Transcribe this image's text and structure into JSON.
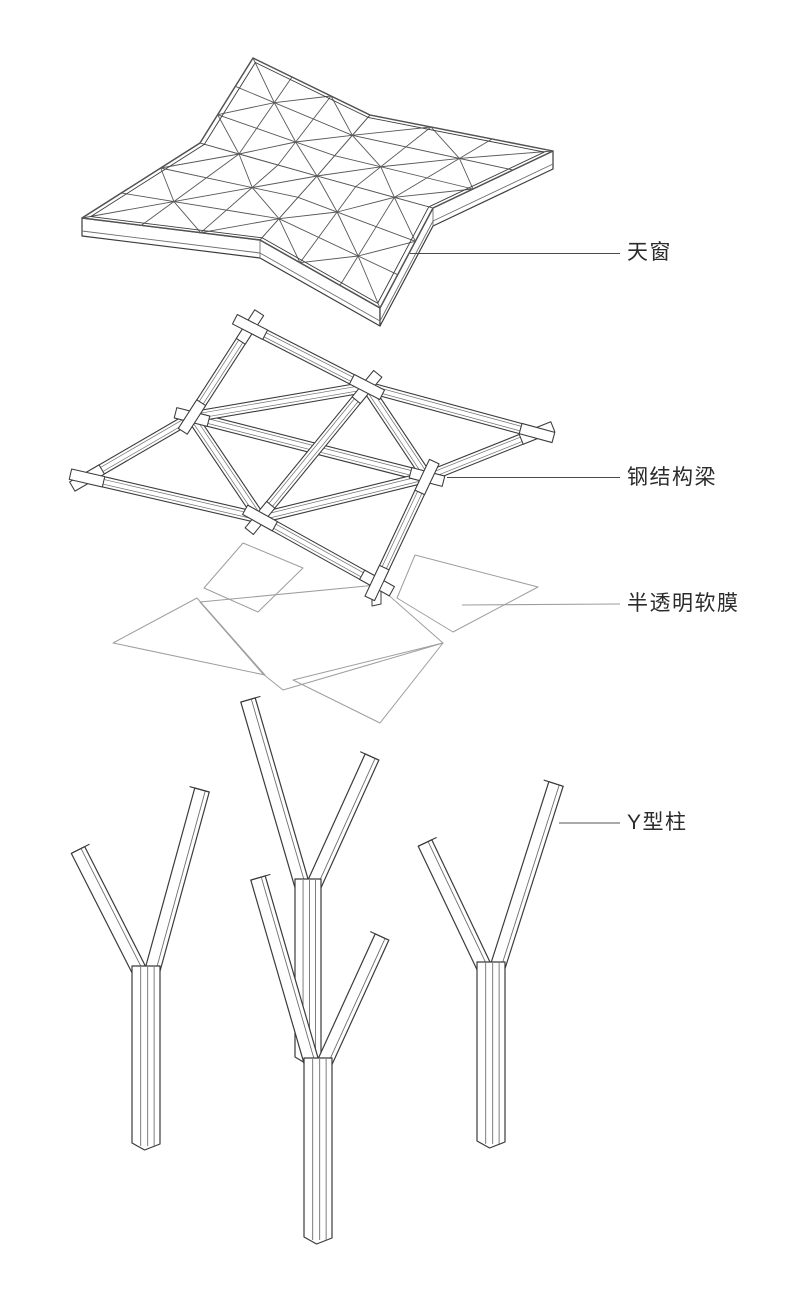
{
  "diagram": {
    "type": "exploded-axonometric",
    "subject": "canopy-structure-exploded-diagram",
    "colors": {
      "line_dark": "#3b3b3b",
      "line_mid": "#6f6f6f",
      "line_light": "#9e9e9e",
      "fill": "#ffffff",
      "text": "#2b2b2b"
    },
    "labels": [
      {
        "id": "skylight",
        "text": "天窗"
      },
      {
        "id": "steel-beam",
        "text": "钢结构梁"
      },
      {
        "id": "membrane",
        "text": "半透明软膜"
      },
      {
        "id": "y-column",
        "text": "Y型柱"
      }
    ]
  }
}
